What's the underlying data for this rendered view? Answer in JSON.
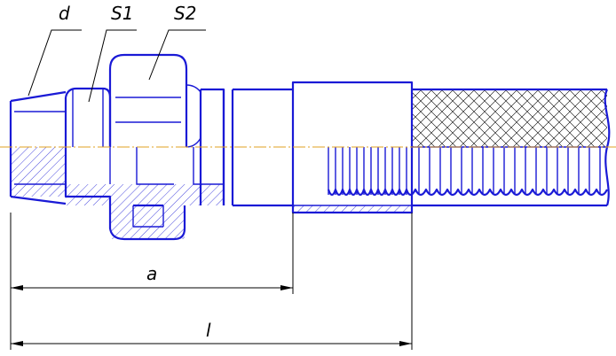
{
  "labels": {
    "d": "d",
    "s1": "S1",
    "s2": "S2",
    "a": "a",
    "l": "l"
  },
  "colors": {
    "outline": "#1a1ad6",
    "dimension": "#000000",
    "centerline": "#e0a020",
    "background": "#ffffff"
  }
}
